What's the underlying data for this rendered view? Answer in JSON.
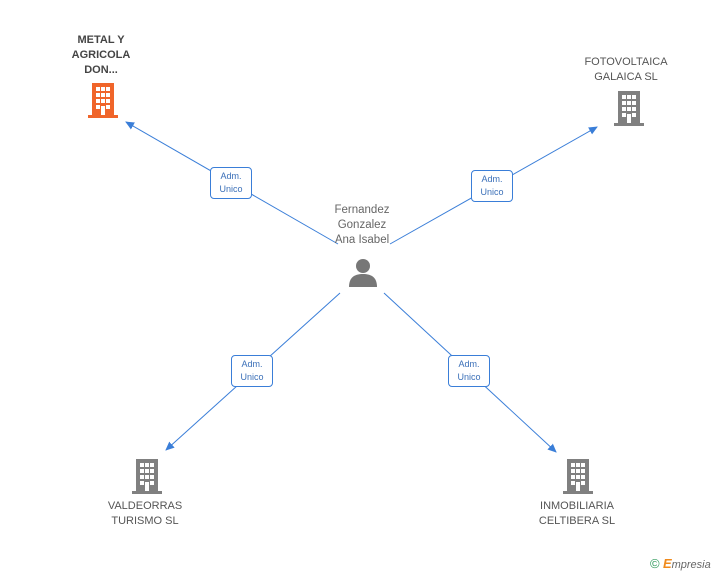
{
  "center": {
    "label": "Fernandez\nGonzalez\nAna Isabel",
    "icon": "person-icon"
  },
  "nodes": [
    {
      "id": "metal",
      "label": "METAL Y\nAGRICOLA\nDON...",
      "icon": "building-icon",
      "color": "#f0652a",
      "highlighted": true
    },
    {
      "id": "foto",
      "label": "FOTOVOLTAICA\nGALAICA SL",
      "icon": "building-icon",
      "color": "#808080",
      "highlighted": false
    },
    {
      "id": "valde",
      "label": "VALDEORRAS\nTURISMO SL",
      "icon": "building-icon",
      "color": "#808080",
      "highlighted": false
    },
    {
      "id": "inmo",
      "label": "INMOBILIARIA\nCELTIBERA SL",
      "icon": "building-icon",
      "color": "#808080",
      "highlighted": false
    }
  ],
  "edges": [
    {
      "to": "metal",
      "label": "Adm.\nUnico"
    },
    {
      "to": "foto",
      "label": "Adm.\nUnico"
    },
    {
      "to": "valde",
      "label": "Adm.\nUnico"
    },
    {
      "to": "inmo",
      "label": "Adm.\nUnico"
    }
  ],
  "colors": {
    "edge": "#3a7ed8",
    "person": "#777777"
  },
  "footer": {
    "copyright_symbol": "©",
    "brand_initial": "E",
    "brand_rest": "mpresia"
  }
}
